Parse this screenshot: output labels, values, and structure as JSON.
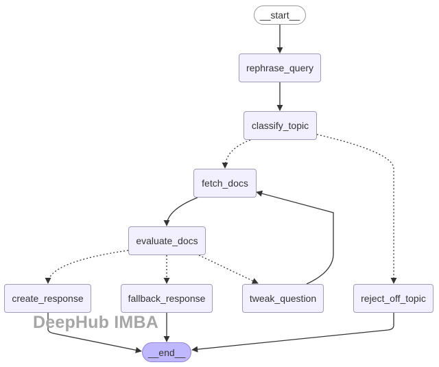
{
  "nodes": {
    "start": "__start__",
    "rephrase_query": "rephrase_query",
    "classify_topic": "classify_topic",
    "fetch_docs": "fetch_docs",
    "evaluate_docs": "evaluate_docs",
    "create_response": "create_response",
    "fallback_response": "fallback_response",
    "tweak_question": "tweak_question",
    "reject_off_topic": "reject_off_topic",
    "end": "__end__"
  },
  "edges": [
    {
      "from": "start",
      "to": "rephrase_query",
      "style": "solid"
    },
    {
      "from": "rephrase_query",
      "to": "classify_topic",
      "style": "solid"
    },
    {
      "from": "classify_topic",
      "to": "fetch_docs",
      "style": "dotted"
    },
    {
      "from": "classify_topic",
      "to": "reject_off_topic",
      "style": "dotted"
    },
    {
      "from": "fetch_docs",
      "to": "evaluate_docs",
      "style": "solid"
    },
    {
      "from": "evaluate_docs",
      "to": "create_response",
      "style": "dotted"
    },
    {
      "from": "evaluate_docs",
      "to": "fallback_response",
      "style": "dotted"
    },
    {
      "from": "evaluate_docs",
      "to": "tweak_question",
      "style": "dotted"
    },
    {
      "from": "tweak_question",
      "to": "fetch_docs",
      "style": "solid"
    },
    {
      "from": "create_response",
      "to": "end",
      "style": "solid"
    },
    {
      "from": "fallback_response",
      "to": "end",
      "style": "solid"
    },
    {
      "from": "reject_off_topic",
      "to": "end",
      "style": "solid"
    }
  ],
  "colors": {
    "node_fill": "#f2f0ff",
    "node_border": "#9f9db6",
    "end_fill": "#c0b8ff",
    "edge": "#333333",
    "watermark": "#a6a6a6"
  },
  "watermark": "DeepHub IMBA"
}
